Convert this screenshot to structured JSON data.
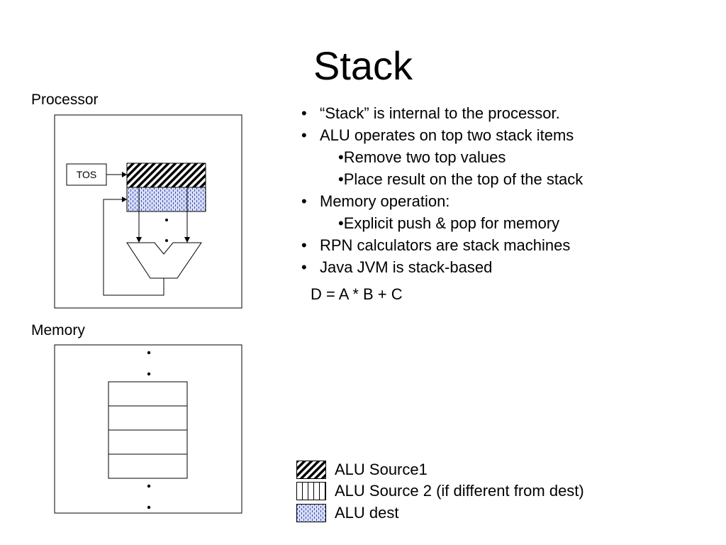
{
  "title": "Stack",
  "processor": {
    "label": "Processor",
    "tos_label": "TOS"
  },
  "memory": {
    "label": "Memory"
  },
  "bullets": [
    {
      "level": 1,
      "text": "“Stack” is internal to the processor."
    },
    {
      "level": 1,
      "text": "ALU operates on top two stack items"
    },
    {
      "level": 2,
      "text": "Remove two top values"
    },
    {
      "level": 2,
      "text": "Place result on the top of the stack"
    },
    {
      "level": 1,
      "text": "Memory operation:"
    },
    {
      "level": 2,
      "text": "Explicit push & pop for memory"
    },
    {
      "level": 1,
      "text": "RPN calculators are stack machines"
    },
    {
      "level": 1,
      "text": "Java JVM is stack-based"
    }
  ],
  "equation": "D = A * B + C",
  "legend": [
    {
      "pattern": "diagonal-hatch",
      "label": "ALU Source1"
    },
    {
      "pattern": "vertical-lines",
      "label": "ALU Source 2 (if different from dest)"
    },
    {
      "pattern": "dotted-blue",
      "label": "ALU dest"
    }
  ]
}
